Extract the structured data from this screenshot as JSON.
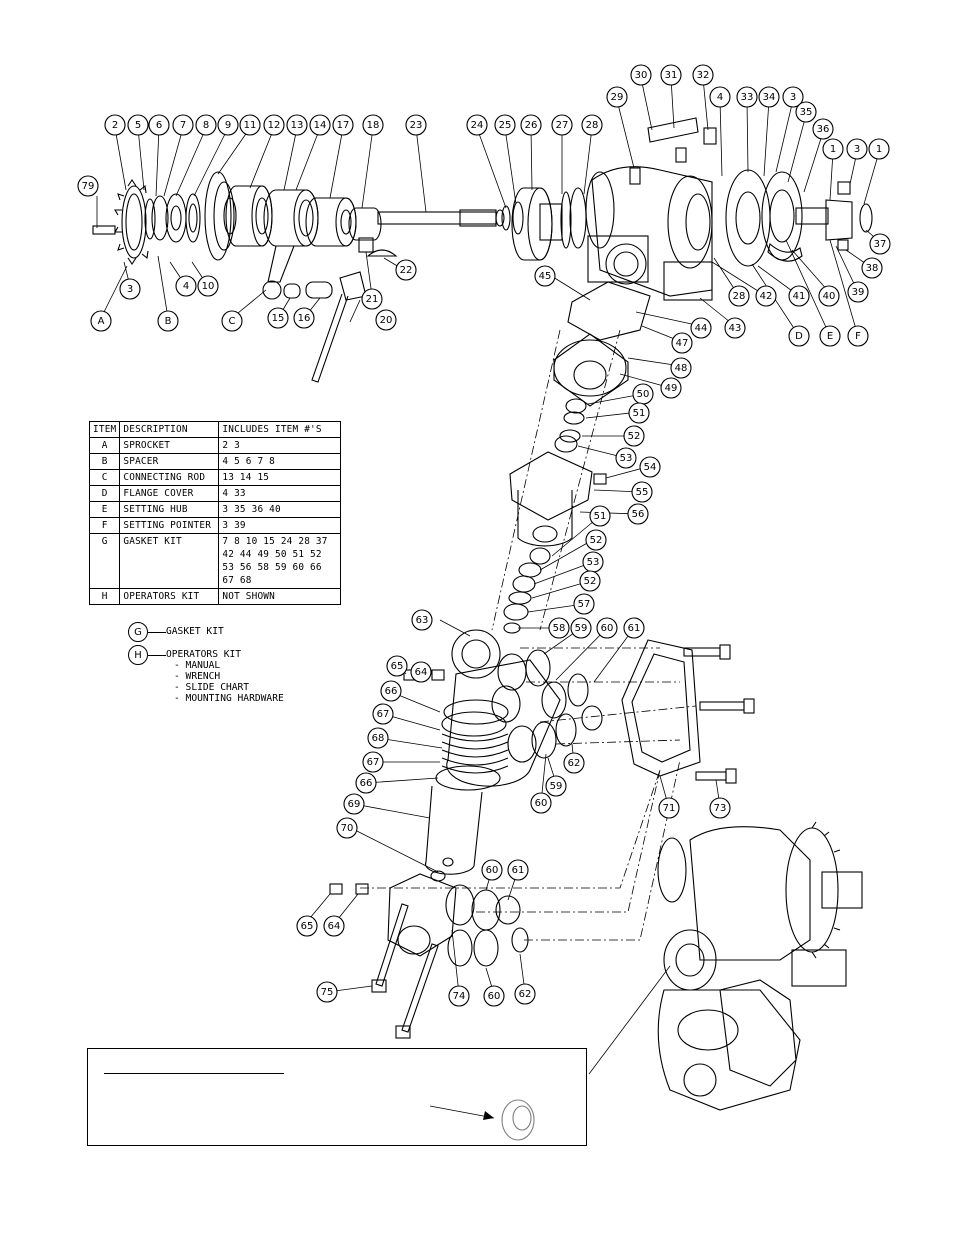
{
  "callouts": [
    {
      "label": "79"
    },
    {
      "label": "2"
    },
    {
      "label": "5"
    },
    {
      "label": "6"
    },
    {
      "label": "7"
    },
    {
      "label": "8"
    },
    {
      "label": "9"
    },
    {
      "label": "11"
    },
    {
      "label": "12"
    },
    {
      "label": "13"
    },
    {
      "label": "14"
    },
    {
      "label": "17"
    },
    {
      "label": "18"
    },
    {
      "label": "23"
    },
    {
      "label": "24"
    },
    {
      "label": "25"
    },
    {
      "label": "26"
    },
    {
      "label": "27"
    },
    {
      "label": "28"
    },
    {
      "label": "29"
    },
    {
      "label": "30"
    },
    {
      "label": "31"
    },
    {
      "label": "32"
    },
    {
      "label": "4"
    },
    {
      "label": "33"
    },
    {
      "label": "34"
    },
    {
      "label": "3"
    },
    {
      "label": "35"
    },
    {
      "label": "36"
    },
    {
      "label": "1"
    },
    {
      "label": "3"
    },
    {
      "label": "1"
    },
    {
      "label": "A"
    },
    {
      "label": "3"
    },
    {
      "label": "B"
    },
    {
      "label": "4"
    },
    {
      "label": "10"
    },
    {
      "label": "C"
    },
    {
      "label": "15"
    },
    {
      "label": "16"
    },
    {
      "label": "20"
    },
    {
      "label": "21"
    },
    {
      "label": "22"
    },
    {
      "label": "37"
    },
    {
      "label": "38"
    },
    {
      "label": "39"
    },
    {
      "label": "F"
    },
    {
      "label": "40"
    },
    {
      "label": "E"
    },
    {
      "label": "41"
    },
    {
      "label": "D"
    },
    {
      "label": "42"
    },
    {
      "label": "28"
    },
    {
      "label": "43"
    },
    {
      "label": "44"
    },
    {
      "label": "45"
    },
    {
      "label": "47"
    },
    {
      "label": "48"
    },
    {
      "label": "49"
    },
    {
      "label": "50"
    },
    {
      "label": "51"
    },
    {
      "label": "52"
    },
    {
      "label": "53"
    },
    {
      "label": "54"
    },
    {
      "label": "55"
    },
    {
      "label": "56"
    },
    {
      "label": "51"
    },
    {
      "label": "52"
    },
    {
      "label": "53"
    },
    {
      "label": "52"
    },
    {
      "label": "57"
    },
    {
      "label": "58"
    },
    {
      "label": "59"
    },
    {
      "label": "60"
    },
    {
      "label": "61"
    },
    {
      "label": "63"
    },
    {
      "label": "65"
    },
    {
      "label": "64"
    },
    {
      "label": "66"
    },
    {
      "label": "67"
    },
    {
      "label": "68"
    },
    {
      "label": "67"
    },
    {
      "label": "66"
    },
    {
      "label": "69"
    },
    {
      "label": "70"
    },
    {
      "label": "62"
    },
    {
      "label": "59"
    },
    {
      "label": "60"
    },
    {
      "label": "71"
    },
    {
      "label": "73"
    },
    {
      "label": "60"
    },
    {
      "label": "61"
    },
    {
      "label": "65"
    },
    {
      "label": "64"
    },
    {
      "label": "75"
    },
    {
      "label": "74"
    },
    {
      "label": "60"
    },
    {
      "label": "62"
    }
  ],
  "item_table": {
    "headers": [
      "ITEM",
      "DESCRIPTION",
      "INCLUDES ITEM #'S"
    ],
    "rows": [
      [
        "A",
        "SPROCKET",
        "2  3"
      ],
      [
        "B",
        "SPACER",
        "4 5 6 7 8"
      ],
      [
        "C",
        "CONNECTING ROD",
        "13  14  15"
      ],
      [
        "D",
        "FLANGE COVER",
        "4  33"
      ],
      [
        "E",
        "SETTING HUB",
        "3  35  36  40"
      ],
      [
        "F",
        "SETTING POINTER",
        "3  39"
      ],
      [
        "G",
        "GASKET KIT",
        "7   8   10  15  24  28  37 42  44  49  50  51  52  53 56  58  59  60  66  67  68"
      ],
      [
        "H",
        "OPERATORS KIT",
        "NOT SHOWN"
      ]
    ]
  },
  "legend": {
    "gasket": {
      "code": "G",
      "label": "GASKET KIT"
    },
    "operators": {
      "code": "H",
      "label": "OPERATORS KIT",
      "items": [
        "- MANUAL",
        "- WRENCH",
        "- SLIDE CHART",
        "- MOUNTING HARDWARE"
      ]
    }
  }
}
